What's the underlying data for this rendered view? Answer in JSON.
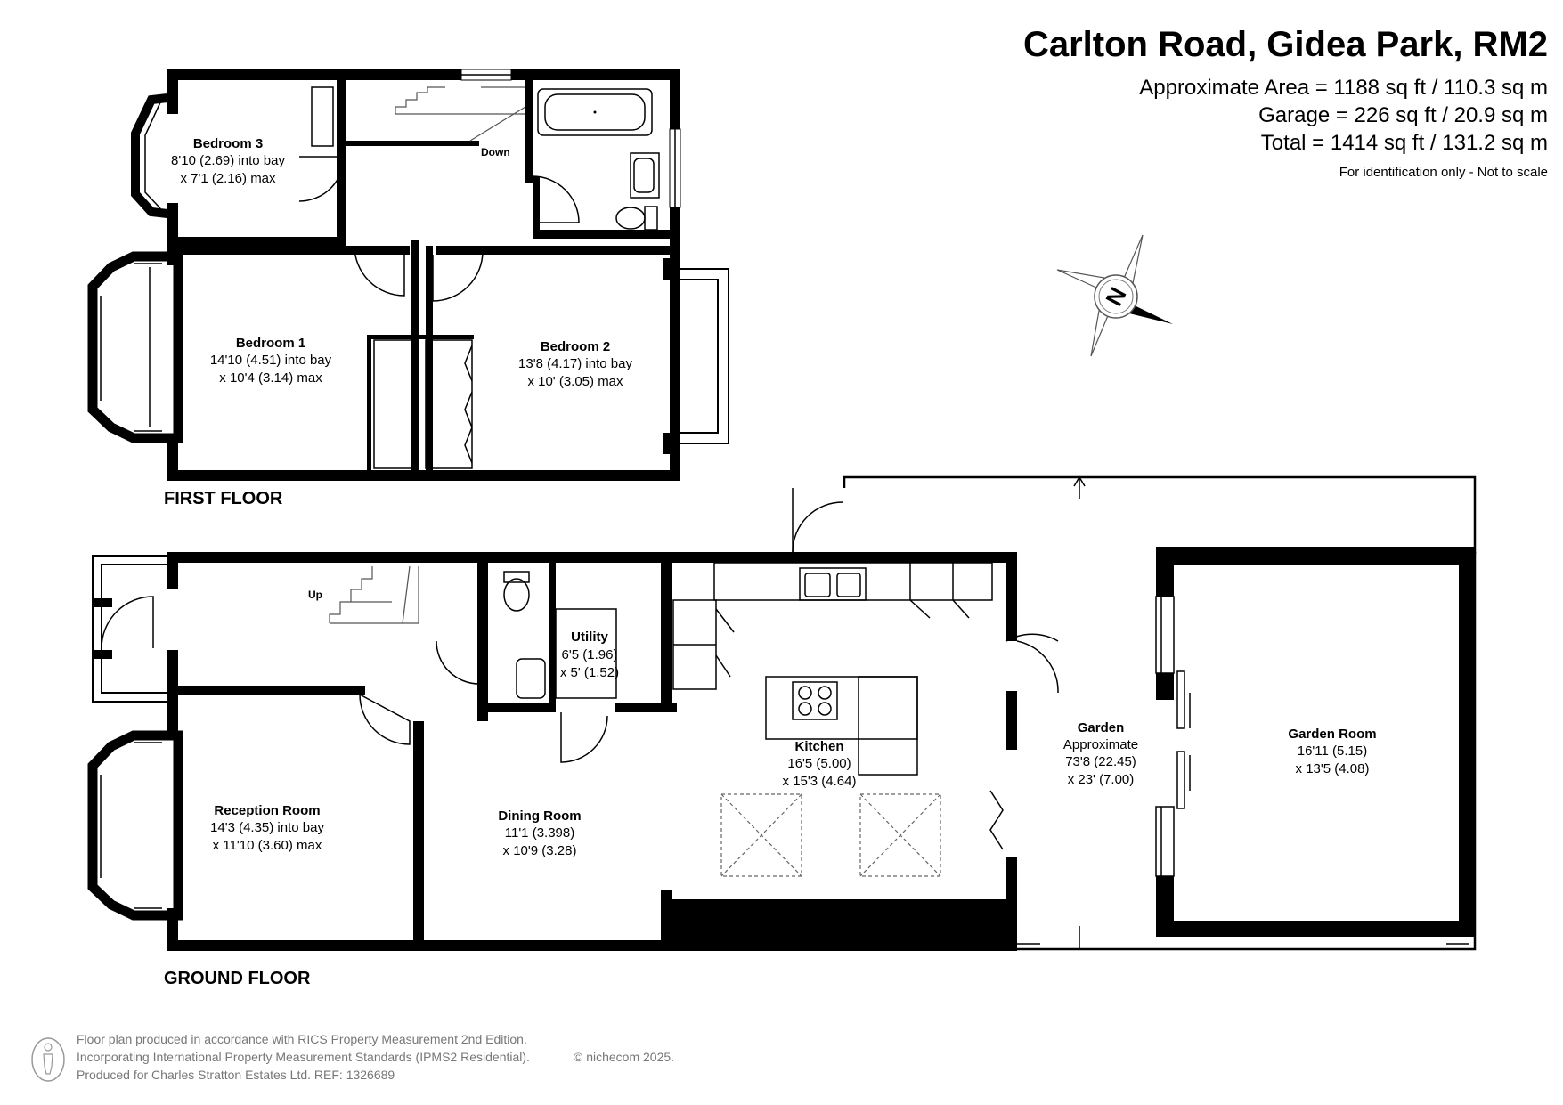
{
  "header": {
    "title": "Carlton Road, Gidea Park, RM2",
    "area": "Approximate Area = 1188 sq ft / 110.3 sq m",
    "garage": "Garage = 226 sq ft / 20.9 sq m",
    "total": "Total = 1414 sq ft / 131.2 sq m",
    "note": "For identification only - Not to scale"
  },
  "compass": {
    "letter": "N",
    "icon": "compass-icon"
  },
  "first_floor": {
    "label": "FIRST FLOOR",
    "stair_label": "Down",
    "rooms": [
      {
        "name": "Bedroom 3",
        "dim1": "8'10 (2.69) into bay",
        "dim2": "x 7'1 (2.16) max"
      },
      {
        "name": "Bedroom 1",
        "dim1": "14'10 (4.51) into bay",
        "dim2": "x 10'4 (3.14) max"
      },
      {
        "name": "Bedroom 2",
        "dim1": "13'8 (4.17) into bay",
        "dim2": "x 10' (3.05) max"
      }
    ]
  },
  "ground_floor": {
    "label": "GROUND FLOOR",
    "stair_label": "Up",
    "rooms": [
      {
        "name": "Utility",
        "dim1": "6'5 (1.96)",
        "dim2": "x 5' (1.52)"
      },
      {
        "name": "Kitchen",
        "dim1": "16'5 (5.00)",
        "dim2": "x 15'3 (4.64)"
      },
      {
        "name": "Reception Room",
        "dim1": "14'3 (4.35) into bay",
        "dim2": "x 11'10 (3.60) max"
      },
      {
        "name": "Dining Room",
        "dim1": "11'1 (3.398)",
        "dim2": "x 10'9 (3.28)"
      },
      {
        "name": "Garden",
        "dim0": "Approximate",
        "dim1": "73'8 (22.45)",
        "dim2": "x 23' (7.00)"
      },
      {
        "name": "Garden Room",
        "dim1": "16'11 (5.15)",
        "dim2": "x 13'5 (4.08)"
      }
    ]
  },
  "footer": {
    "line1": "Floor plan produced in accordance with RICS Property Measurement 2nd Edition,",
    "line2": "Incorporating International Property Measurement Standards (IPMS2 Residential).",
    "copyright": "© nichecom 2025.",
    "line3": "Produced for Charles Stratton Estates Ltd.   REF:  1326689"
  }
}
